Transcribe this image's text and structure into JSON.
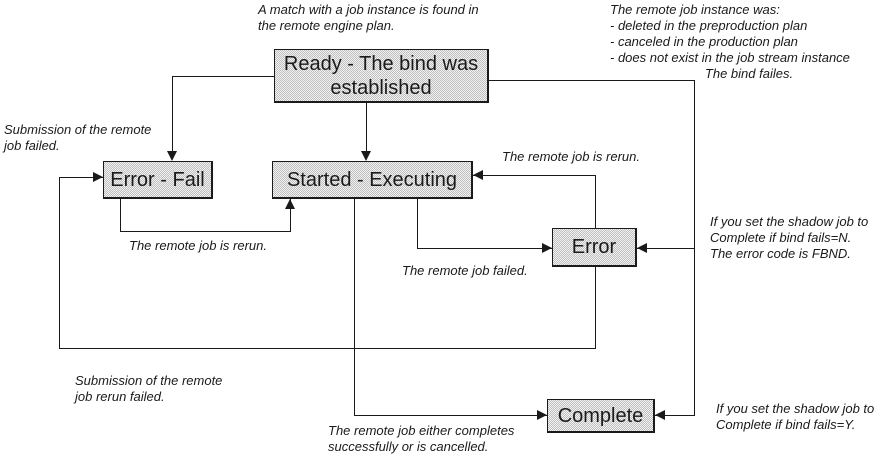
{
  "colors": {
    "background": "#ffffff",
    "line": "#1a1a1a",
    "box_fill_average": "#d9d9d9",
    "text": "#1a1a1a"
  },
  "diagram": {
    "nodes": [
      {
        "id": "ready",
        "label": "Ready - The bind was\nestablished"
      },
      {
        "id": "error-fail",
        "label": "Error - Fail"
      },
      {
        "id": "started",
        "label": "Started - Executing"
      },
      {
        "id": "error",
        "label": "Error"
      },
      {
        "id": "complete",
        "label": "Complete"
      }
    ],
    "annotations": [
      {
        "id": "match-found",
        "text": "A match with a job instance is found in\nthe remote engine plan."
      },
      {
        "id": "instance-was-list",
        "text": "The remote job instance was:\n- deleted in the preproduction plan\n- canceled in the production plan\n- does not exist in the job stream instance"
      },
      {
        "id": "bind-fails",
        "text": "The bind failes."
      },
      {
        "id": "submission-failed",
        "text": "Submission of the remote\njob failed."
      },
      {
        "id": "rerun-right",
        "text": "The remote job is rerun."
      },
      {
        "id": "rerun-left",
        "text": "The remote job is rerun."
      },
      {
        "id": "bind-fails-n",
        "text": "If you set the shadow job to\nComplete if bind fails=N.\nThe error code is FBND."
      },
      {
        "id": "job-failed",
        "text": "The remote job failed."
      },
      {
        "id": "rerun-submit-failed",
        "text": "Submission of the remote\njob rerun failed."
      },
      {
        "id": "job-completes",
        "text": "The remote job either completes\nsuccessfully or is cancelled."
      },
      {
        "id": "bind-fails-y",
        "text": "If you set the shadow job to\nComplete if bind fails=Y."
      }
    ]
  }
}
